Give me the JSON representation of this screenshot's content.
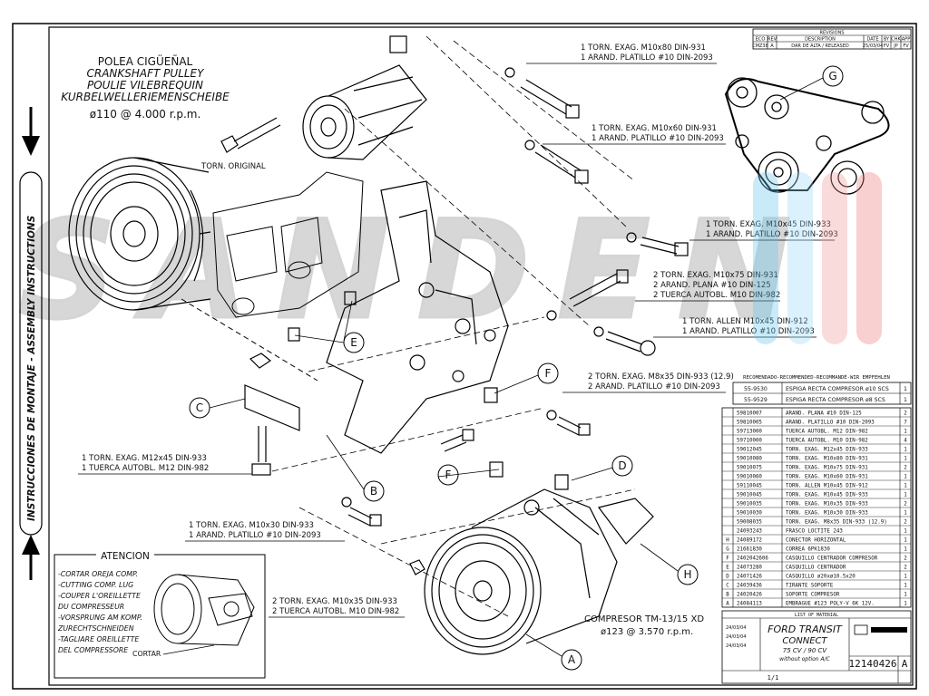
{
  "side_label": "INSTRUCCIONES DE MONTAJE - ASSEMBLY INSTRUCTIONS",
  "pulley": {
    "lines": [
      "POLEA CIGÜEÑAL",
      "CRANKSHAFT PULLEY",
      "POULIE VILEBREQUIN",
      "KURBELWELLERIEMENSCHEIBE"
    ],
    "spec": "ø110   @ 4.000 r.p.m."
  },
  "torn_original": "TORN. ORIGINAL",
  "callouts": [
    {
      "l1": "1 TORN. EXAG. M10x80 DIN-931",
      "l2": "1 ARAND. PLATILLO #10 DIN-2093"
    },
    {
      "l1": "1 TORN. EXAG. M10x60 DIN-931",
      "l2": "1 ARAND. PLATILLO #10 DIN-2093"
    },
    {
      "l1": "1 TORN. EXAG. M10x45 DIN-933",
      "l2": "1 ARAND. PLATILLO #10 DIN-2093"
    },
    {
      "l1": "2 TORN. EXAG. M10x75 DIN-931",
      "l2": "2 ARAND. PLANA #10 DIN-125",
      "l3": "2 TUERCA AUTOBL. M10 DIN-982"
    },
    {
      "l1": "1 TORN. ALLEN M10x45 DIN-912",
      "l2": "1 ARAND. PLATILLO #10 DIN-2093"
    },
    {
      "l1": "2 TORN. EXAG. M8x35 DIN-933 (12.9)",
      "l2": "2 ARAND. PLATILLO #10 DIN-2093"
    },
    {
      "l1": "1 TORN. EXAG. M12x45 DIN-933",
      "l2": "1 TUERCA AUTOBL. M12 DIN-982"
    },
    {
      "l1": "1 TORN. EXAG. M10x30 DIN-933",
      "l2": "1 ARAND. PLATILLO #10 DIN-2093"
    },
    {
      "l1": "2 TORN. EXAG. M10x35 DIN-933",
      "l2": "2 TUERCA AUTOBL. M10 DIN-982"
    }
  ],
  "letters": [
    "A",
    "B",
    "C",
    "D",
    "E",
    "F",
    "F",
    "G",
    "H"
  ],
  "compressor": {
    "line1": "COMPRESOR TM-13/15 XD",
    "line2": "ø123 @ 3.570 r.p.m."
  },
  "atencion": {
    "title": "ATENCION",
    "lines": [
      "-CORTAR OREJA COMP.",
      "-CUTTING COMP. LUG",
      "-COUPER L'OREILLETTE",
      " DU COMPRESSEUR",
      "-VORSPRUNG AM KOMP.",
      " ZURECHTSCHNEIDEN",
      "-TAGLIARE OREILLETTE",
      " DEL COMPRESSORE"
    ],
    "cut_label": "CORTAR"
  },
  "revisions": {
    "title": "REVISIONS",
    "headers": [
      "ECO",
      "REV",
      "DESCRIPTION",
      "DATE",
      "BY",
      "CHK",
      "APP"
    ],
    "row": [
      "CMZ38",
      "A",
      "DAR DE ALTA / RELEASED",
      "25/03/04",
      "FV",
      "JP",
      "FV"
    ]
  },
  "recommended": {
    "header": "RECOMENDADO-RECOMMENDED-RECOMMANDÉ-WIR EMPFEHLEN",
    "rows": [
      [
        "55-9530",
        "ESPIGA RECTA COMPRESOR ø10 SCS",
        "1"
      ],
      [
        "55-9529",
        "ESPIGA RECTA COMPRESOR ø8 SCS",
        "1"
      ]
    ]
  },
  "parts": [
    [
      "",
      "59810007",
      "ARAND. PLANA #10 DIN-125",
      "2"
    ],
    [
      "",
      "59810005",
      "ARAND. PLATILLO #10 DIN-2093",
      "7"
    ],
    [
      "",
      "59713000",
      "TUERCA AUTOBL. M12 DIN-982",
      "1"
    ],
    [
      "",
      "59710000",
      "TUERCA AUTOBL. M10 DIN-982",
      "4"
    ],
    [
      "",
      "59012045",
      "TORN. EXAG. M12x45 DIN-933",
      "1"
    ],
    [
      "",
      "59010080",
      "TORN. EXAG. M10x80 DIN-931",
      "1"
    ],
    [
      "",
      "59010075",
      "TORN. EXAG. M10x75 DIN-931",
      "2"
    ],
    [
      "",
      "59010060",
      "TORN. EXAG. M10x60 DIN-931",
      "1"
    ],
    [
      "",
      "59110045",
      "TORN. ALLEN M10x45 DIN-912",
      "1"
    ],
    [
      "",
      "59010045",
      "TORN. EXAG. M10x45 DIN-933",
      "1"
    ],
    [
      "",
      "59010035",
      "TORN. EXAG. M10x35 DIN-933",
      "2"
    ],
    [
      "",
      "59010030",
      "TORN. EXAG. M10x30 DIN-933",
      "1"
    ],
    [
      "",
      "59008035",
      "TORN. EXAG. M8x35 DIN-933 (12.9)",
      "2"
    ],
    [
      "",
      "24093243",
      "FRASCO LOCTITE 243",
      "1"
    ],
    [
      "H",
      "24089172",
      "CONECTOR HORIZONTAL",
      "1"
    ],
    [
      "G",
      "21661830",
      "CORREA 6PK1830",
      "1"
    ],
    [
      "F",
      "2402042606",
      "CASQUILLO CENTRADOR COMPRESOR",
      "2"
    ],
    [
      "E",
      "24073280",
      "CASQUILLO CENTRADOR",
      "2"
    ],
    [
      "D",
      "24071426",
      "CASQUILLO ø20xø10.5x20",
      "1"
    ],
    [
      "C",
      "24039436",
      "TIRANTE SOPORTE",
      "1"
    ],
    [
      "B",
      "24020426",
      "SOPORTE COMPRESOR",
      "1"
    ],
    [
      "A",
      "24084113",
      "EMBRAGUE #123 POLY-V 6K 12V.",
      "1"
    ]
  ],
  "title_block": {
    "list_label": "LIST OF MATERIAL",
    "vehicle": "FORD TRANSIT",
    "model": "CONNECT",
    "cv": "75 CV / 90 CV",
    "note": "without option A/C",
    "drawing_no": "12140426",
    "rev": "A",
    "scale": "1/1",
    "dates": [
      "24/03/04",
      "24/03/04",
      "24/03/04"
    ]
  },
  "watermark_text": "SANDEN"
}
